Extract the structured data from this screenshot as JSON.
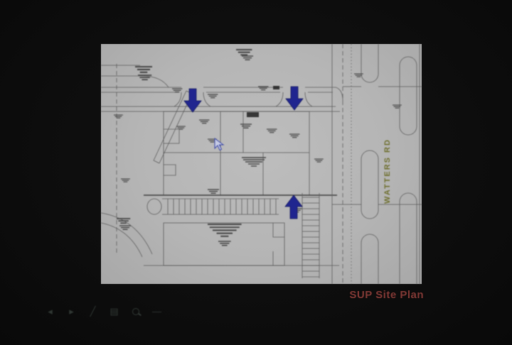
{
  "frame": {
    "background_color": "#0d0d0d"
  },
  "slide": {
    "caption": "SUP Site Plan",
    "caption_color": "#833a36",
    "paper_color": "#b5b5b5"
  },
  "plan": {
    "road_label": "WATTERS RD",
    "road_label_color": "#6e6f2e",
    "annotation_arrow_color": "#20258f",
    "arrows": [
      {
        "name": "site-entrance-arrow-northwest",
        "direction": "down"
      },
      {
        "name": "site-entrance-arrow-northeast",
        "direction": "down"
      },
      {
        "name": "site-entrance-arrow-south",
        "direction": "up"
      }
    ],
    "cursor_visible": true
  },
  "presenter_toolbar": {
    "icons": [
      {
        "name": "previous-slide-icon",
        "glyph": "◂"
      },
      {
        "name": "next-slide-icon",
        "glyph": "▸"
      },
      {
        "name": "pen-icon",
        "glyph": "╱"
      },
      {
        "name": "annotation-menu-icon",
        "glyph": "▤"
      },
      {
        "name": "magnifier-icon",
        "glyph": ""
      },
      {
        "name": "hide-toolbar-icon",
        "glyph": "—"
      }
    ]
  }
}
